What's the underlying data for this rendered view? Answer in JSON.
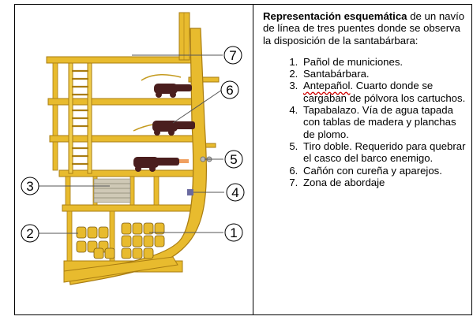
{
  "intro": {
    "title": "Representación esquemática",
    "rest": "de un navío de línea de tres puentes donde se observa la disposición de la santabárbara:"
  },
  "items": [
    {
      "n": "1",
      "pre": "",
      "flag": "",
      "post": "Pañol de municiones."
    },
    {
      "n": "2",
      "pre": "",
      "flag": "",
      "post": "Santabárbara."
    },
    {
      "n": "3",
      "pre": "",
      "flag": "Antepañol",
      "post": ". Cuarto donde se cargaban de pólvora los cartuchos."
    },
    {
      "n": "4",
      "pre": "",
      "flag": "",
      "post": "Tapabalazo. Vía de agua tapada con tablas de madera y planchas de plomo."
    },
    {
      "n": "5",
      "pre": "",
      "flag": "",
      "post": "Tiro doble. Requerido para quebrar el casco del barco enemigo."
    },
    {
      "n": "6",
      "pre": "",
      "flag": "",
      "post": "Cañón con cureña y aparejos."
    },
    {
      "n": "7",
      "pre": "",
      "flag": "",
      "post": "Zona de abordaje"
    }
  ],
  "callouts": [
    "1",
    "2",
    "3",
    "4",
    "5",
    "6",
    "7"
  ],
  "colors": {
    "wood": "#e8bb2e",
    "wood_dark": "#a97d12",
    "cannon": "#4a1e1e",
    "powder": "#cfc9b6"
  }
}
